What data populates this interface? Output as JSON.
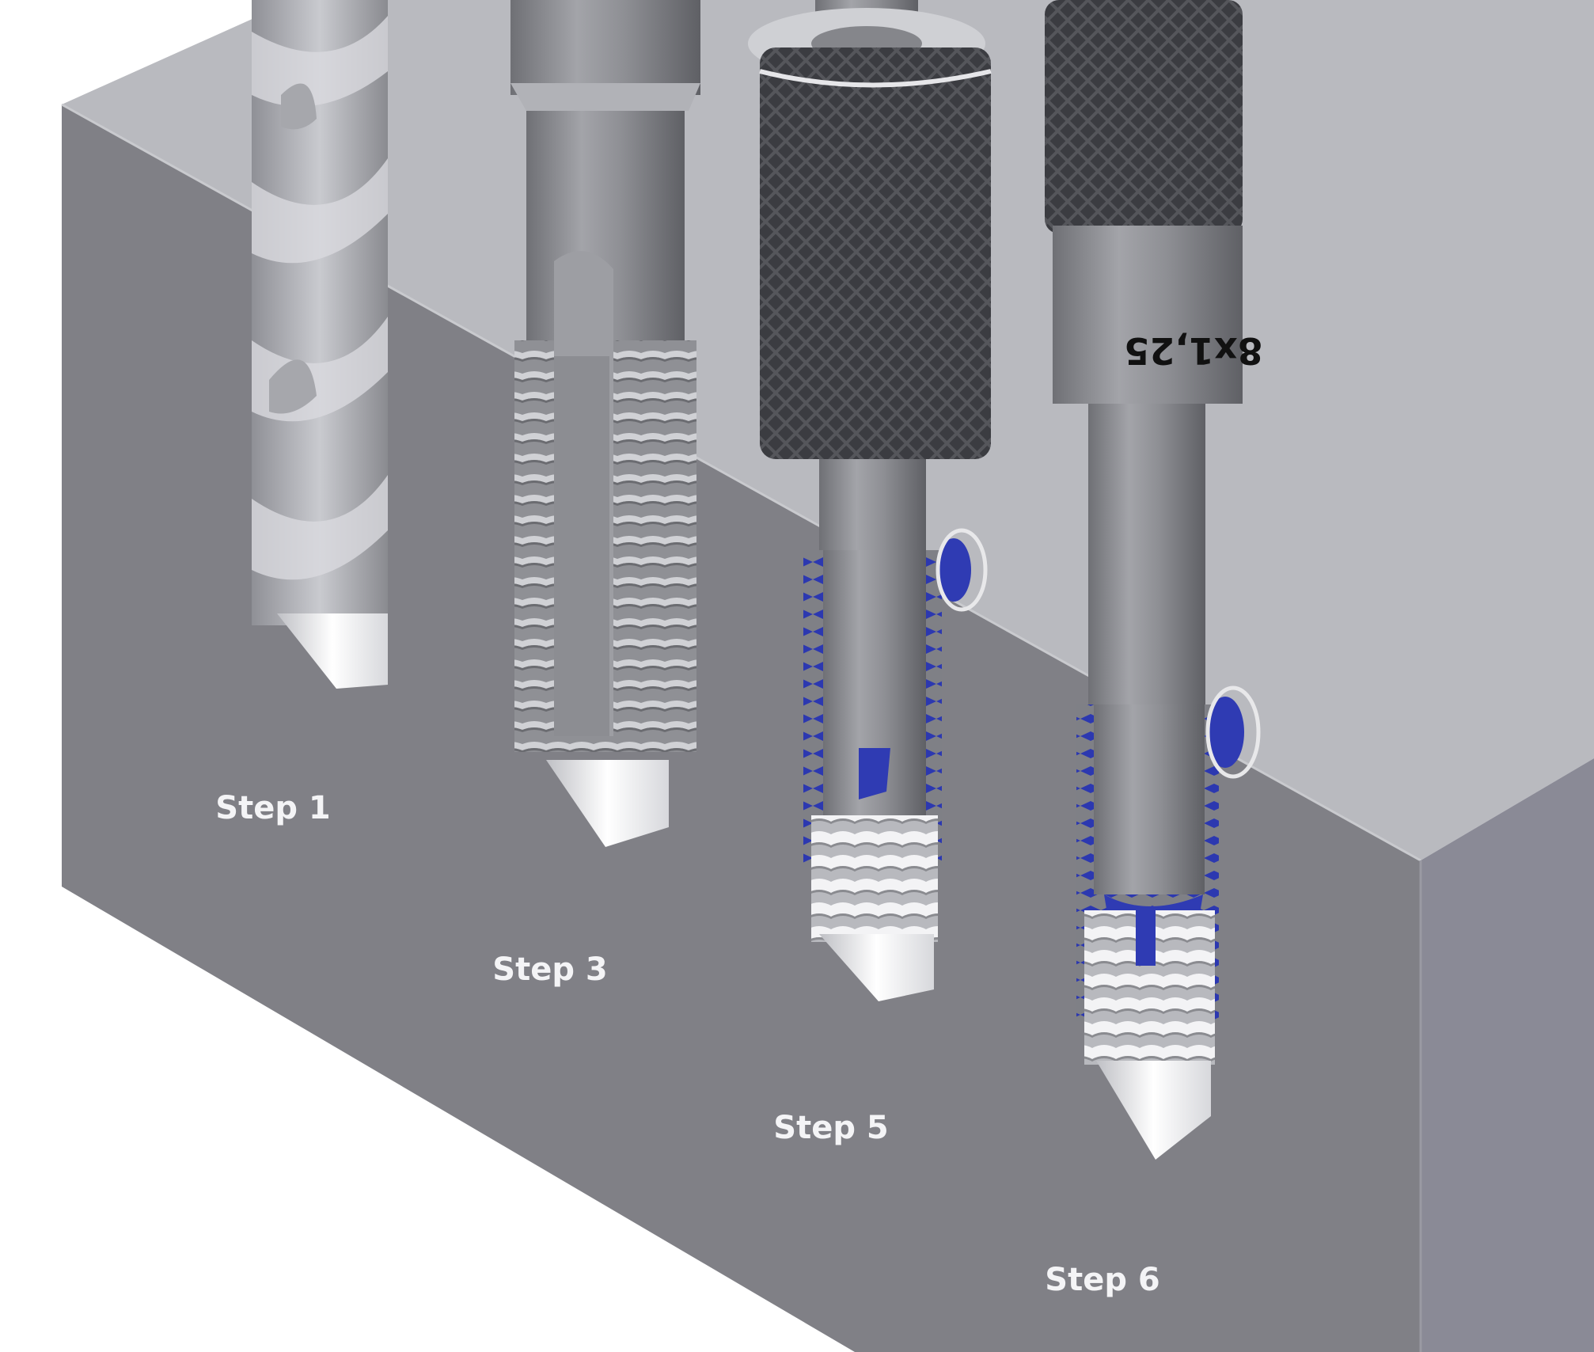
{
  "labels": {
    "step1": "Step 1",
    "step3": "Step 3",
    "step5": "Step 5",
    "step6": "Step 6",
    "size": "8x1,25"
  },
  "colors": {
    "block_top": "#b9babf",
    "block_front": "#808086",
    "block_side": "#8a8a96",
    "tool_steel": "#8e8f94",
    "insert_blue": "#2f3bb3",
    "knurl": "#4a4b50"
  }
}
